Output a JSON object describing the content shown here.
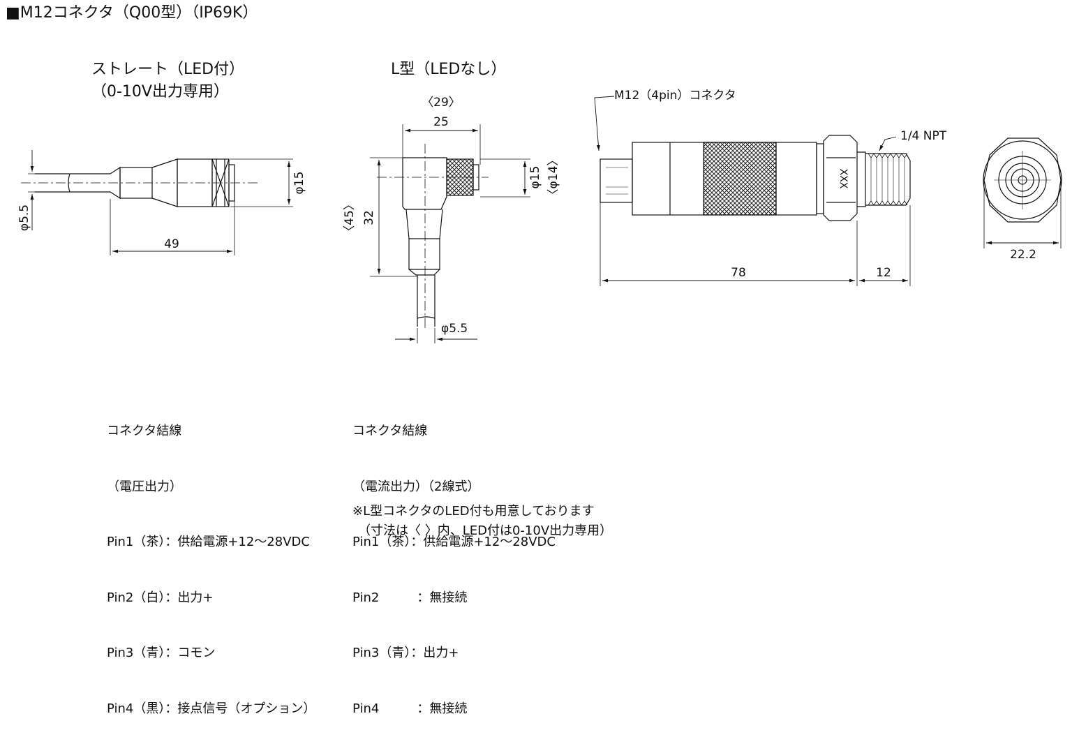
{
  "title": "■M12コネクタ（Q00型）（IP69K）",
  "views": {
    "straight": {
      "heading_line1": "ストレート（LED付）",
      "heading_line2": "（0-10V出力専用）",
      "dim_cable": "φ5.5",
      "dim_dia": "φ15",
      "dim_len": "49"
    },
    "l_type": {
      "heading": "L型（LEDなし）",
      "dim_width_alt": "〈29〉",
      "dim_width": "25",
      "dim_height_alt": "〈45〉",
      "dim_height": "32",
      "dim_dia": "φ15",
      "dim_dia_alt": "〈φ14〉",
      "dim_cable": "φ5.5"
    },
    "side": {
      "connector_label": "M12（4pin）コネクタ",
      "thread_label": "1/4 NPT",
      "hex_marking": "XXX",
      "dim_body": "78",
      "dim_thread": "12"
    },
    "end": {
      "dim_hex": "22.2"
    }
  },
  "wiring_voltage": [
    "コネクタ結線",
    "（電圧出力）",
    "Pin1（茶）：供給電源+12～28VDC",
    "Pin2（白）：出力+",
    "Pin3（青）：コモン",
    "Pin4（黒）：接点信号（オプション）"
  ],
  "wiring_current": [
    "コネクタ結線",
    "（電流出力）（2線式）",
    "Pin1（茶）：供給電源+12～28VDC",
    "Pin2　　　：無接続",
    "Pin3（青）：出力+",
    "Pin4　　　：無接続"
  ],
  "footnote_line1": "※L型コネクタのLED付も用意しております",
  "footnote_line2": "（寸法は〈 〉内、LED付は0-10V出力専用）"
}
